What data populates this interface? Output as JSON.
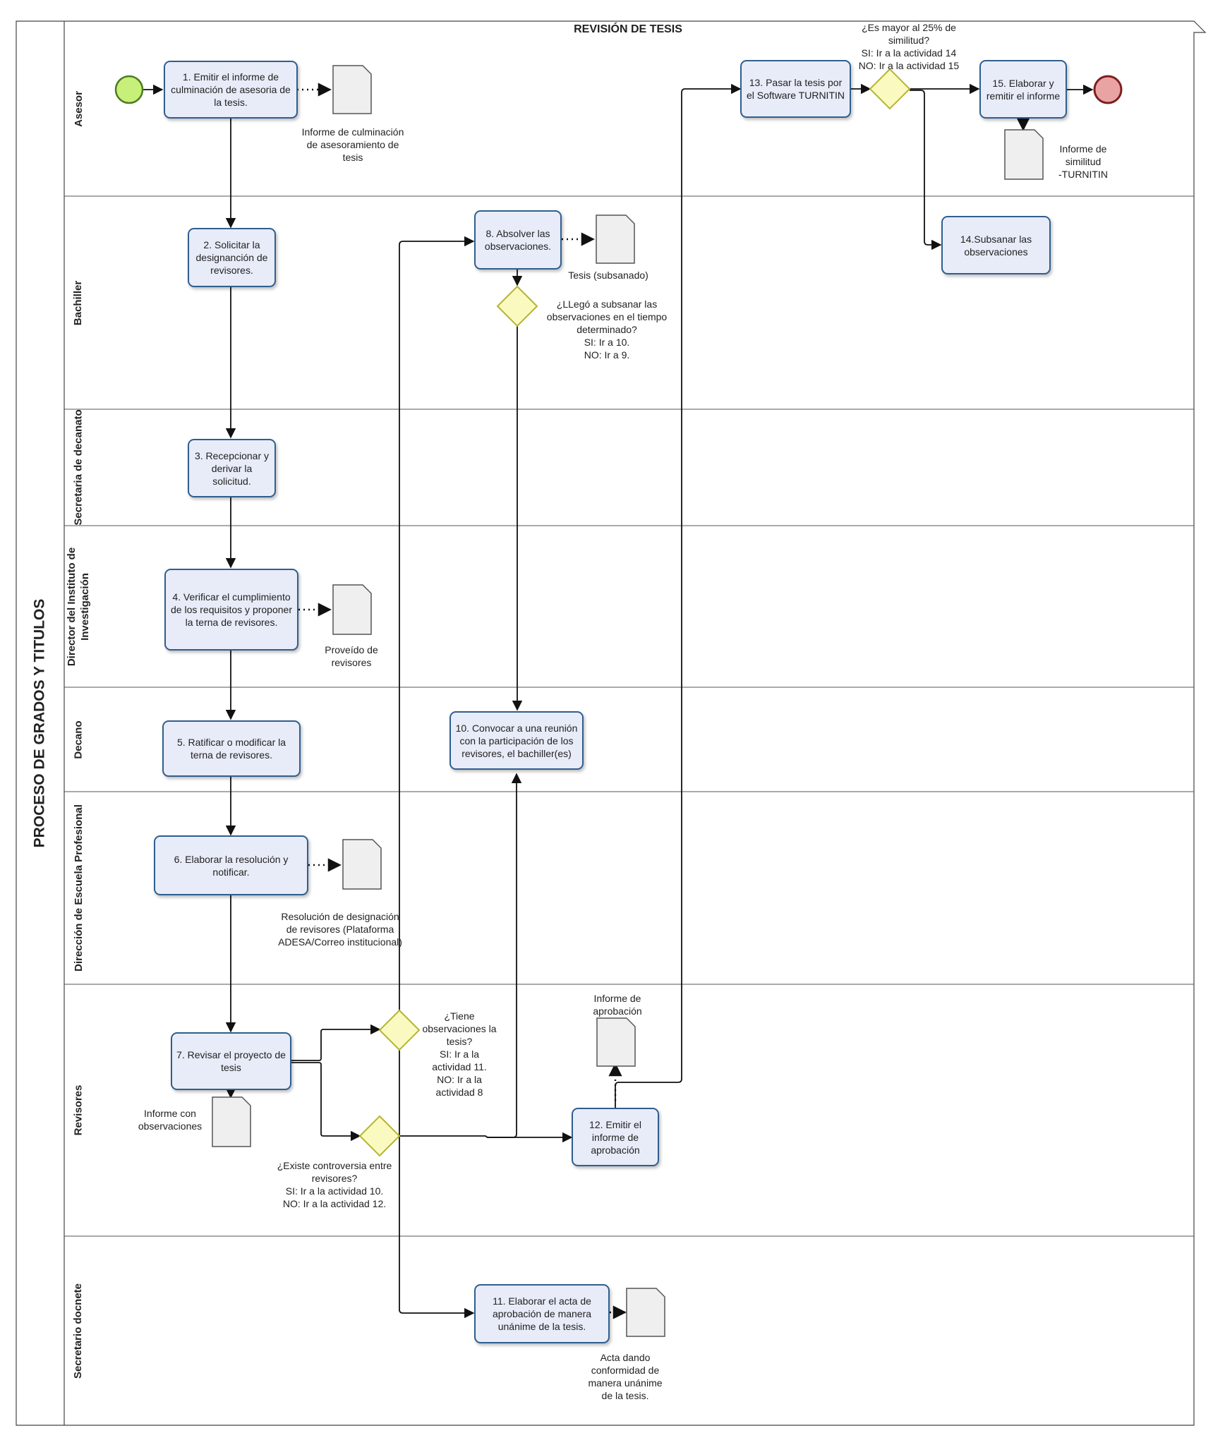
{
  "diagram": {
    "title": "REVISIÓN DE TESIS",
    "pool": "PROCESO DE GRADOS Y TITULOS",
    "lanes": [
      {
        "label": "Asesor"
      },
      {
        "label": "Bachiller"
      },
      {
        "label": "Secretaria de decanato"
      },
      {
        "label": "Director del Instituto de\nInvestigación"
      },
      {
        "label": "Decano"
      },
      {
        "label": "Dirección de Escuela Profesional"
      },
      {
        "label": "Revisores"
      },
      {
        "label": "Secretario docnete"
      }
    ],
    "tasks": {
      "t1": "1. Emitir el informe de culminación de asesoria de la tesis.",
      "t2": "2. Solicitar la designanción de revisores.",
      "t3": "3. Recepcionar y derivar la solicitud.",
      "t4": "4. Verificar el cumplimiento de los requisitos y proponer la terna de revisores.",
      "t5": "5. Ratificar o modificar la terna de revisores.",
      "t6": "6. Elaborar la resolución y notificar.",
      "t7": "7. Revisar el proyecto de tesis",
      "t8": "8. Absolver las observaciones.",
      "t10": "10. Convocar a una reunión con la participación de los revisores, el bachiller(es)",
      "t11": "11. Elaborar el acta de aprobación de manera unánime de la tesis.",
      "t12": "12. Emitir el informe de aprobación",
      "t13": "13. Pasar la tesis por el Software TURNITIN",
      "t14": "14.Subsanar las observaciones",
      "t15": "15. Elaborar y remitir el informe"
    },
    "documents": {
      "d1": "Informe de culminación\nde asesoramiento de\ntesis",
      "d4": "Proveído de\nrevisores",
      "d6": "Resolución de designación\nde revisores (Plataforma\nADESA/Correo institucional)",
      "d7": "Informe con\nobservaciones",
      "d8": "Tesis (subsanado)",
      "d11": "Acta dando\nconformidad de\nmanera unánime\nde la tesis.",
      "d12": "Informe de\naprobación",
      "d15": "Informe de\nsimilitud\n-TURNITIN"
    },
    "gateways": {
      "g13": "¿Es mayor al 25% de\nsimilitud?\nSI: Ir a la actividad 14\nNO: Ir a la actividad 15",
      "g8": "¿LLegó a subsanar las\nobservaciones en el tiempo\ndeterminado?\nSI: Ir a 10.\nNO: Ir a  9.",
      "g7a": "¿Tiene\nobservaciones la\ntesis?\nSI: Ir a la\nactividad 11.\nNO: Ir a la\nactividad 8",
      "g7b": "¿Existe controversia entre\nrevisores?\nSI: Ir a la actividad 10.\nNO: Ir a la actividad 12."
    },
    "colors": {
      "task_fill": "#e8ecf8",
      "task_border": "#2f5f8e",
      "gateway_fill": "#fafac0",
      "gateway_border": "#b5b532",
      "start_fill": "#c6f07a",
      "end_fill": "#eaa3a3",
      "document_fill": "#efefef"
    }
  }
}
